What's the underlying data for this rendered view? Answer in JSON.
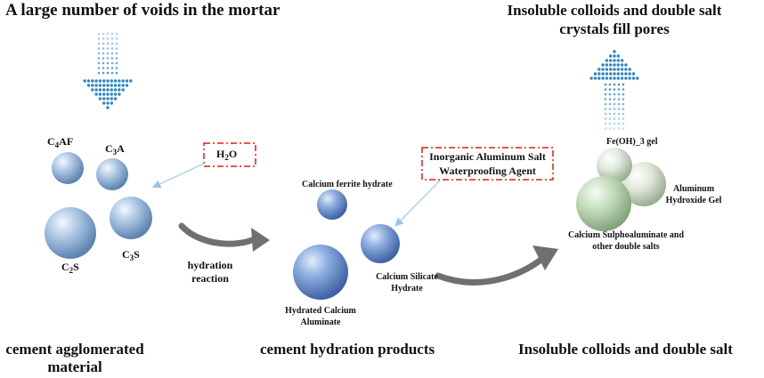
{
  "stage1": {
    "top_label": "A large number of voids in the mortar",
    "bottom_label_line1": "cement agglomerated",
    "bottom_label_line2": "material",
    "particles": {
      "c4af": {
        "main": "C",
        "sub": "4",
        "rest": "AF"
      },
      "c3a": {
        "main": "C",
        "sub": "3",
        "rest": "A"
      },
      "c2s": {
        "main": "C",
        "sub": "2",
        "rest": "S"
      },
      "c3s": {
        "main": "C",
        "sub": "3",
        "rest": "S"
      }
    },
    "water": {
      "main": "H",
      "sub": "2",
      "rest": "O"
    }
  },
  "hydration": {
    "line1": "hydration",
    "line2": "reaction"
  },
  "stage2": {
    "bottom_label": "cement hydration products",
    "agent_line1": "Inorganic Aluminum Salt",
    "agent_line2": "Waterproofing Agent",
    "ferrite": "Calcium ferrite hydrate",
    "silicate_line1": "Calcium Silicate",
    "silicate_line2": "Hydrate",
    "aluminate_line1": "Hydrated Calcium",
    "aluminate_line2": "Aluminate"
  },
  "stage3": {
    "top_label_line1": "Insoluble colloids and double salt",
    "top_label_line2": "crystals fill pores",
    "bottom_label": "Insoluble colloids and double salt",
    "feoh": "Fe(OH)_3 gel",
    "aluminum_line1": "Aluminum",
    "aluminum_line2": "Hydroxide Gel",
    "sulpho_line1": "Calcium Sulphoaluminate and",
    "sulpho_line2": "other double salts"
  },
  "colors": {
    "blue_sphere": "#8fb3d9",
    "dot_arrow": "#2e86c1",
    "green_sphere": "#bcd8b4",
    "dashed_box": "#e21b1b",
    "curved_arrow": "#707070"
  }
}
